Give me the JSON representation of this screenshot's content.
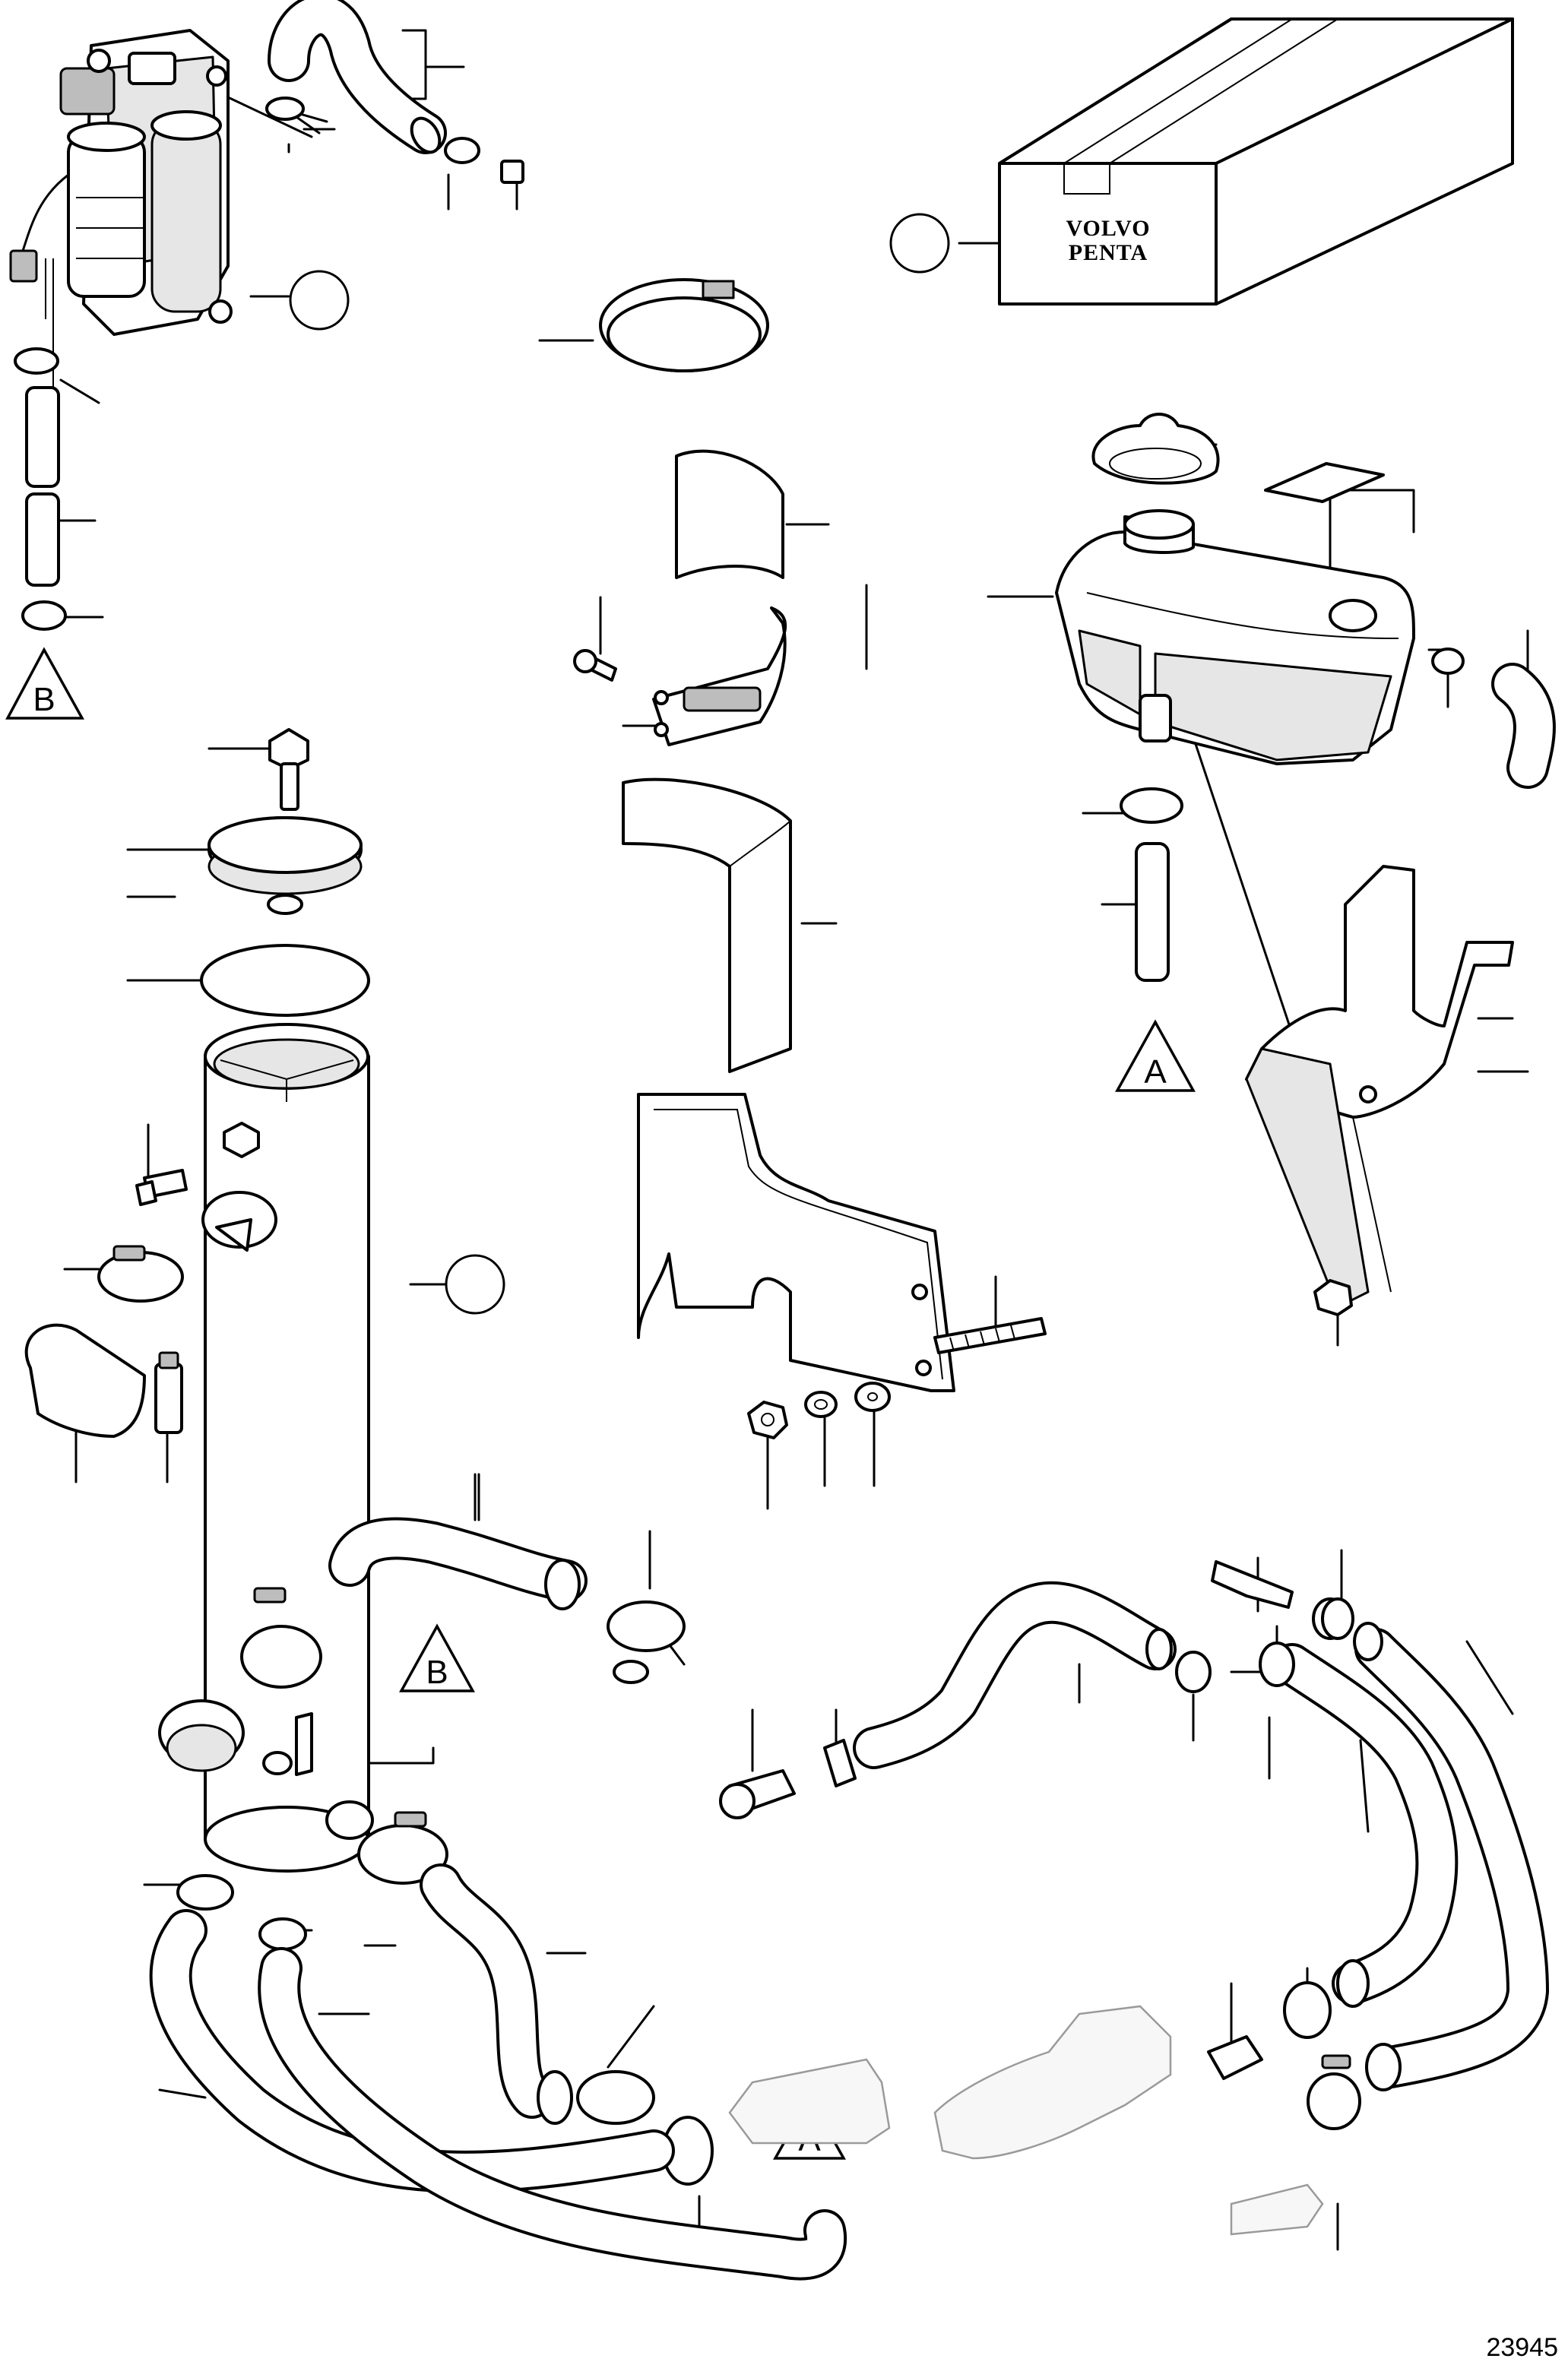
{
  "figure_number": "23945",
  "box_brand": [
    "VOLVO",
    "PENTA"
  ],
  "connection_markers": {
    "a_label": "A",
    "b_label": "B"
  },
  "colors": {
    "line": "#000000",
    "background": "#ffffff",
    "ghost_parts": "#9a9a9a"
  }
}
